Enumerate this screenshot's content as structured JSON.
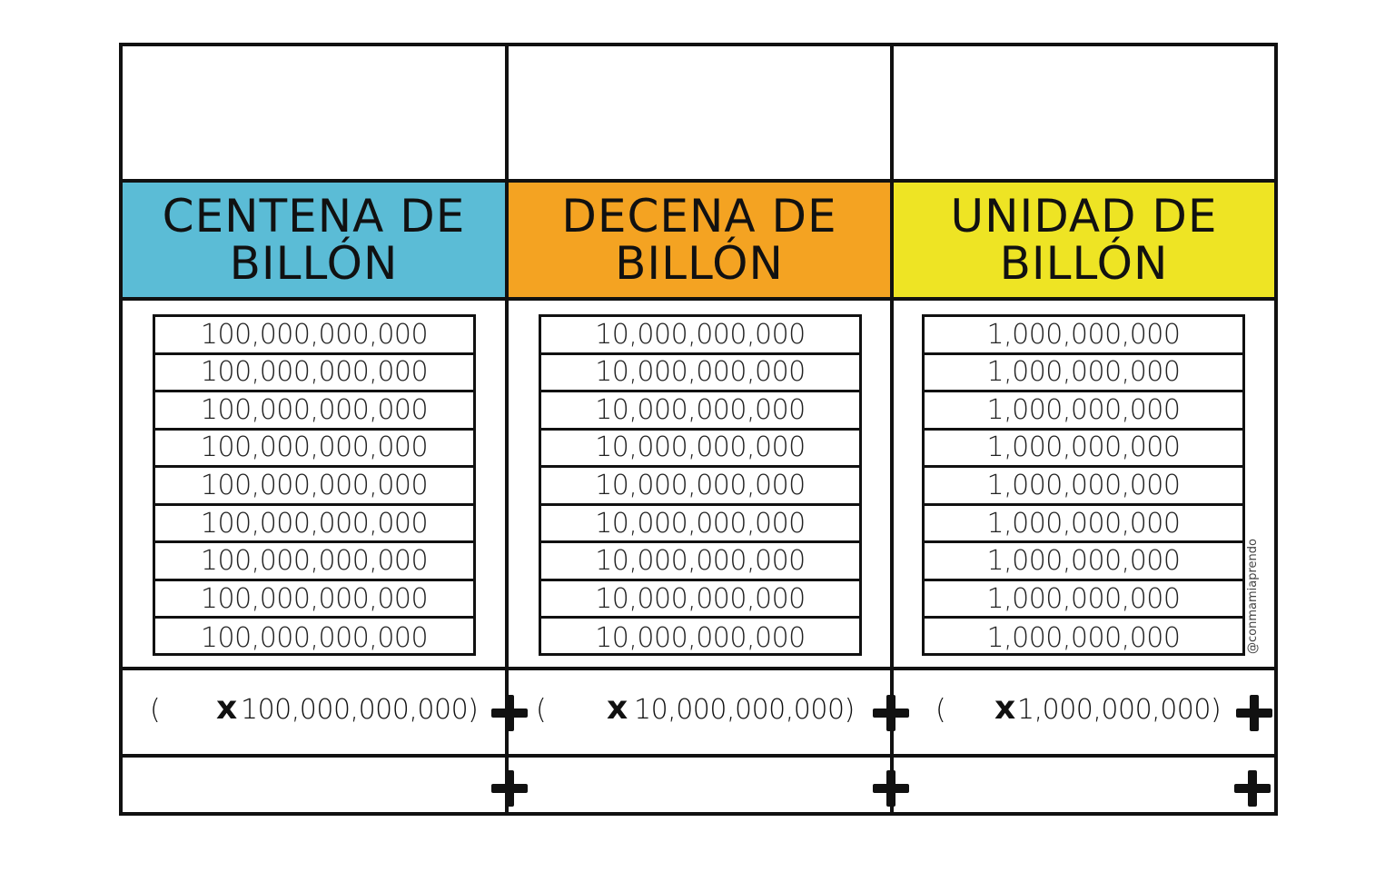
{
  "columns": [
    {
      "header_line1": "CENTENA DE",
      "header_line2": "BILLÓN",
      "color": "#5bbcd6",
      "values": [
        "100,000,000,000",
        "100,000,000,000",
        "100,000,000,000",
        "100,000,000,000",
        "100,000,000,000",
        "100,000,000,000",
        "100,000,000,000",
        "100,000,000,000",
        "100,000,000,000"
      ],
      "multiplier": "100,000,000,000)"
    },
    {
      "header_line1": "DECENA DE",
      "header_line2": "BILLÓN",
      "color": "#f4a322",
      "values": [
        "10,000,000,000",
        "10,000,000,000",
        "10,000,000,000",
        "10,000,000,000",
        "10,000,000,000",
        "10,000,000,000",
        "10,000,000,000",
        "10,000,000,000",
        "10,000,000,000"
      ],
      "multiplier": "10,000,000,000)"
    },
    {
      "header_line1": "UNIDAD DE",
      "header_line2": "BILLÓN",
      "color": "#eee424",
      "values": [
        "1,000,000,000",
        "1,000,000,000",
        "1,000,000,000",
        "1,000,000,000",
        "1,000,000,000",
        "1,000,000,000",
        "1,000,000,000",
        "1,000,000,000",
        "1,000,000,000"
      ],
      "multiplier": "1,000,000,000)"
    }
  ],
  "symbols": {
    "open_paren": "(",
    "times": "x"
  },
  "credit": "@conmamiaprendo"
}
